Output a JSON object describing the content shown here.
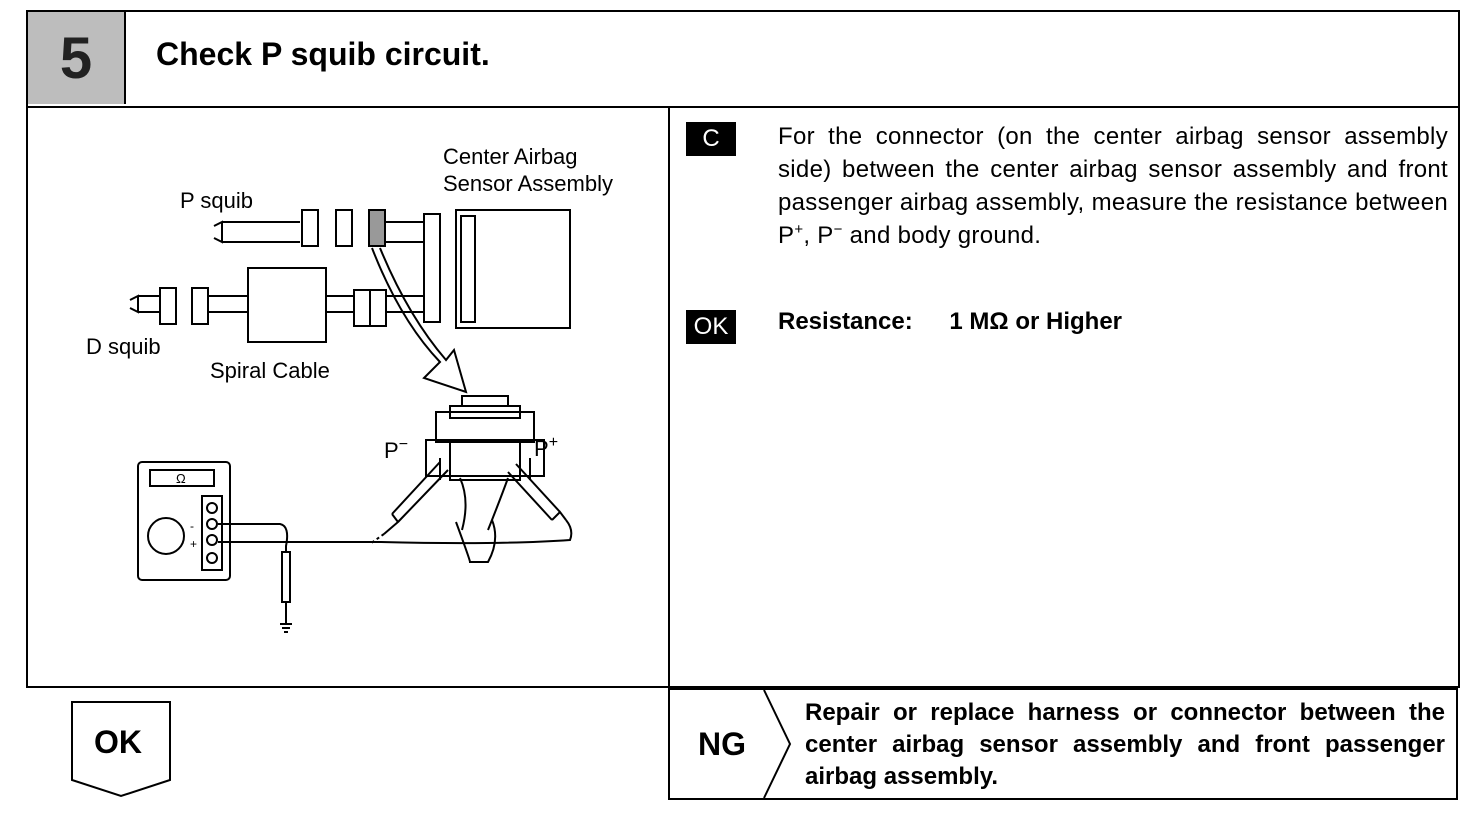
{
  "step": {
    "number": "5",
    "title": "Check P squib circuit."
  },
  "diagram": {
    "label_center_airbag_line1": "Center Airbag",
    "label_center_airbag_line2": "Sensor Assembly",
    "label_p_squib": "P squib",
    "label_d_squib": "D squib",
    "label_spiral_cable": "Spiral Cable",
    "label_p_minus": "P",
    "label_p_plus": "P",
    "ohm_symbol": "Ω"
  },
  "instruction": {
    "badge": "C",
    "text_part1": "For the connector (on the center airbag sensor as­sembly side) between the center airbag sensor as­sembly and front passenger airbag assembly, measure the resistance between P",
    "sup_plus": "+",
    "text_part2": ", P",
    "sup_minus": "−",
    "text_part3": " and body ground."
  },
  "result": {
    "badge": "OK",
    "label": "Resistance:",
    "value": "1 MΩ or Higher"
  },
  "outcomes": {
    "ok_label": "OK",
    "ng_label": "NG",
    "ng_action": "Repair or replace harness or connector between the center airbag sensor assembly and front passenger airbag assembly."
  }
}
